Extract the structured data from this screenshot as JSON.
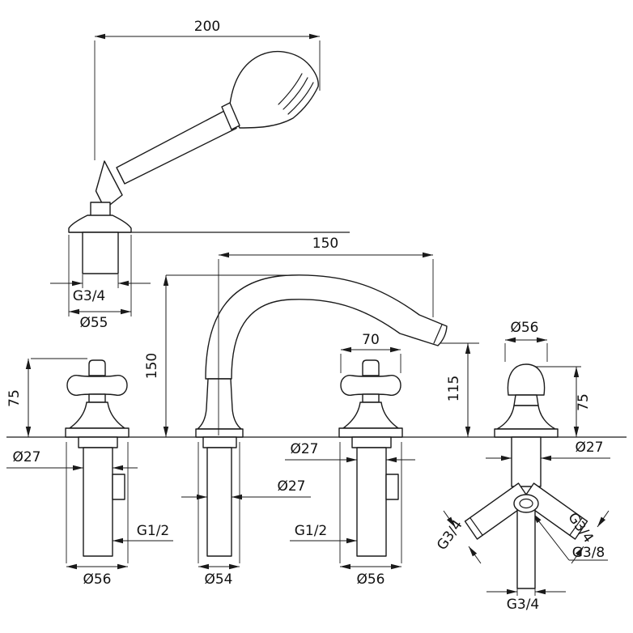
{
  "drawing": {
    "type": "technical-dimension-drawing",
    "subject": "deck-mounted bath mixer set with handshower, spout, two valves and diverter",
    "background": "#ffffff",
    "line_color": "#1a1a1a",
    "labels": {
      "handshower_length": "200",
      "handshower_thread": "G3/4",
      "handshower_base_diameter": "Ø55",
      "spout_reach": "150",
      "spout_height": "150",
      "outlet_height": "115",
      "handle_width": "70",
      "left_handle_height": "75",
      "diverter_height": "75",
      "left_valve_shank_diameter": "Ø27",
      "spout_shank_diameter": "Ø27",
      "right_valve_shank_diameter": "Ø27",
      "diverter_shank_diameter": "Ø27",
      "left_valve_thread": "G1/2",
      "right_valve_thread": "G1/2",
      "left_valve_flange_diameter": "Ø56",
      "spout_flange_diameter": "Ø54",
      "right_valve_flange_diameter": "Ø56",
      "diverter_top_diameter": "Ø56",
      "diverter_left_arm_thread": "G3/4",
      "diverter_right_arm_thread": "G3/4",
      "diverter_outlet_thread": "G3/8",
      "diverter_bottom_thread": "G3/4"
    }
  }
}
